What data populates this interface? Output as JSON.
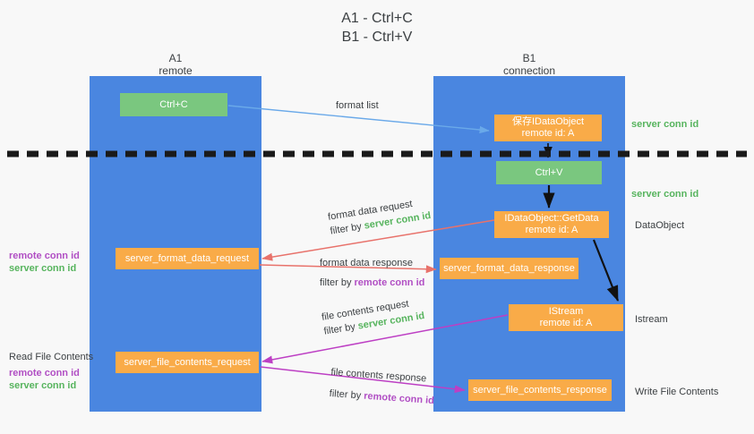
{
  "title": {
    "line1": "A1 - Ctrl+C",
    "line2": "B1 - Ctrl+V"
  },
  "columns": [
    {
      "name": "A1",
      "role": "remote"
    },
    {
      "name": "B1",
      "role": "connection"
    }
  ],
  "nodes": {
    "ctrl_c": "Ctrl+C",
    "idataobject": {
      "line1": "保存IDataObject",
      "line2": "remote id: A"
    },
    "ctrl_v": "Ctrl+V",
    "getdata": {
      "line1": "IDataObject::GetData",
      "line2": "remote id: A"
    },
    "istream": {
      "line1": "IStream",
      "line2": "remote id: A"
    },
    "server_format_data_request": "server_format_data_request",
    "server_format_data_response": "server_format_data_response",
    "server_file_contents_request": "server_file_contents_request",
    "server_file_contents_response": "server_file_contents_response"
  },
  "edge_labels": {
    "format_list": "format list",
    "format_data_request": "format data request",
    "format_data_response": "format data response",
    "file_contents_request": "file contents request",
    "file_contents_response": "file contents response",
    "filter_by": "filter by ",
    "server_conn_id": "server conn id",
    "remote_conn_id": "remote conn id"
  },
  "side_labels": {
    "server_conn_id_top": "server conn id",
    "server_conn_id_mid": "server conn id",
    "dataobject": "DataObject",
    "istream": "Istream",
    "write_file_contents": "Write File Contents",
    "read_file_contents": "Read File Contents",
    "remote_conn_id": "remote conn id",
    "server_conn_id": "server conn id"
  },
  "colors": {
    "lane": "#4a86e0",
    "green_node": "#7ac77f",
    "orange_node": "#f9ab48",
    "green_text": "#57b45e",
    "purple_text": "#b14fc4",
    "arrow_blue": "#6aa9e9",
    "arrow_red": "#e8726b",
    "arrow_magenta": "#c councillor"
  }
}
